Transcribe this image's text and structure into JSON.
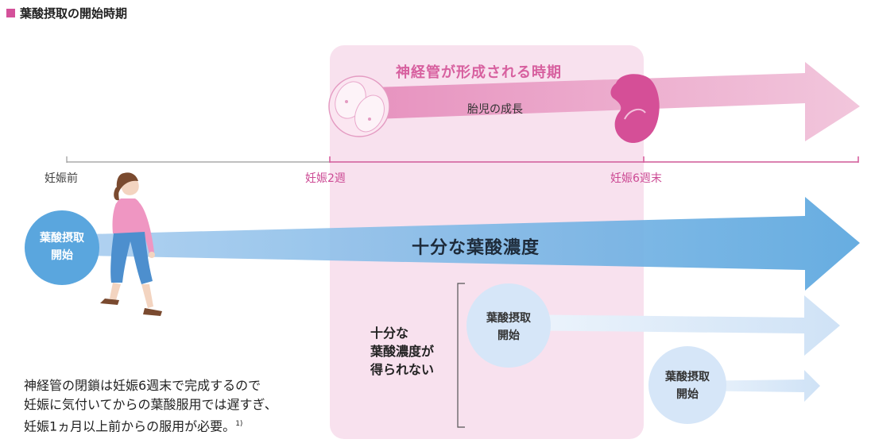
{
  "title": "葉酸摂取の開始時期",
  "timeline": {
    "before_pregnancy": "妊娠前",
    "week2": "妊娠2週",
    "week6_end": "妊娠6週末"
  },
  "neural_tube_period": "神経管が形成される時期",
  "fetal_growth": "胎児の成長",
  "sufficient_level": "十分な葉酸濃度",
  "start_circles": [
    {
      "line1": "葉酸摂取",
      "line2": "開始"
    },
    {
      "line1": "葉酸摂取",
      "line2": "開始"
    },
    {
      "line1": "葉酸摂取",
      "line2": "開始"
    }
  ],
  "insufficient": {
    "line1": "十分な",
    "line2": "葉酸濃度が",
    "line3": "得られない"
  },
  "note": {
    "line1": "神経管の閉鎖は妊娠6週末で完成するので",
    "line2": "妊娠に気付いてからの葉酸服用では遅すぎ、",
    "line3": "妊娠1ヵ月以上前からの服用が必要。",
    "ref": "1)"
  },
  "colors": {
    "accent_pink": "#d4519a",
    "period_bg": "#f8e1ee",
    "blue_main": "#5aa6de",
    "blue_light": "#c9ddf4"
  }
}
